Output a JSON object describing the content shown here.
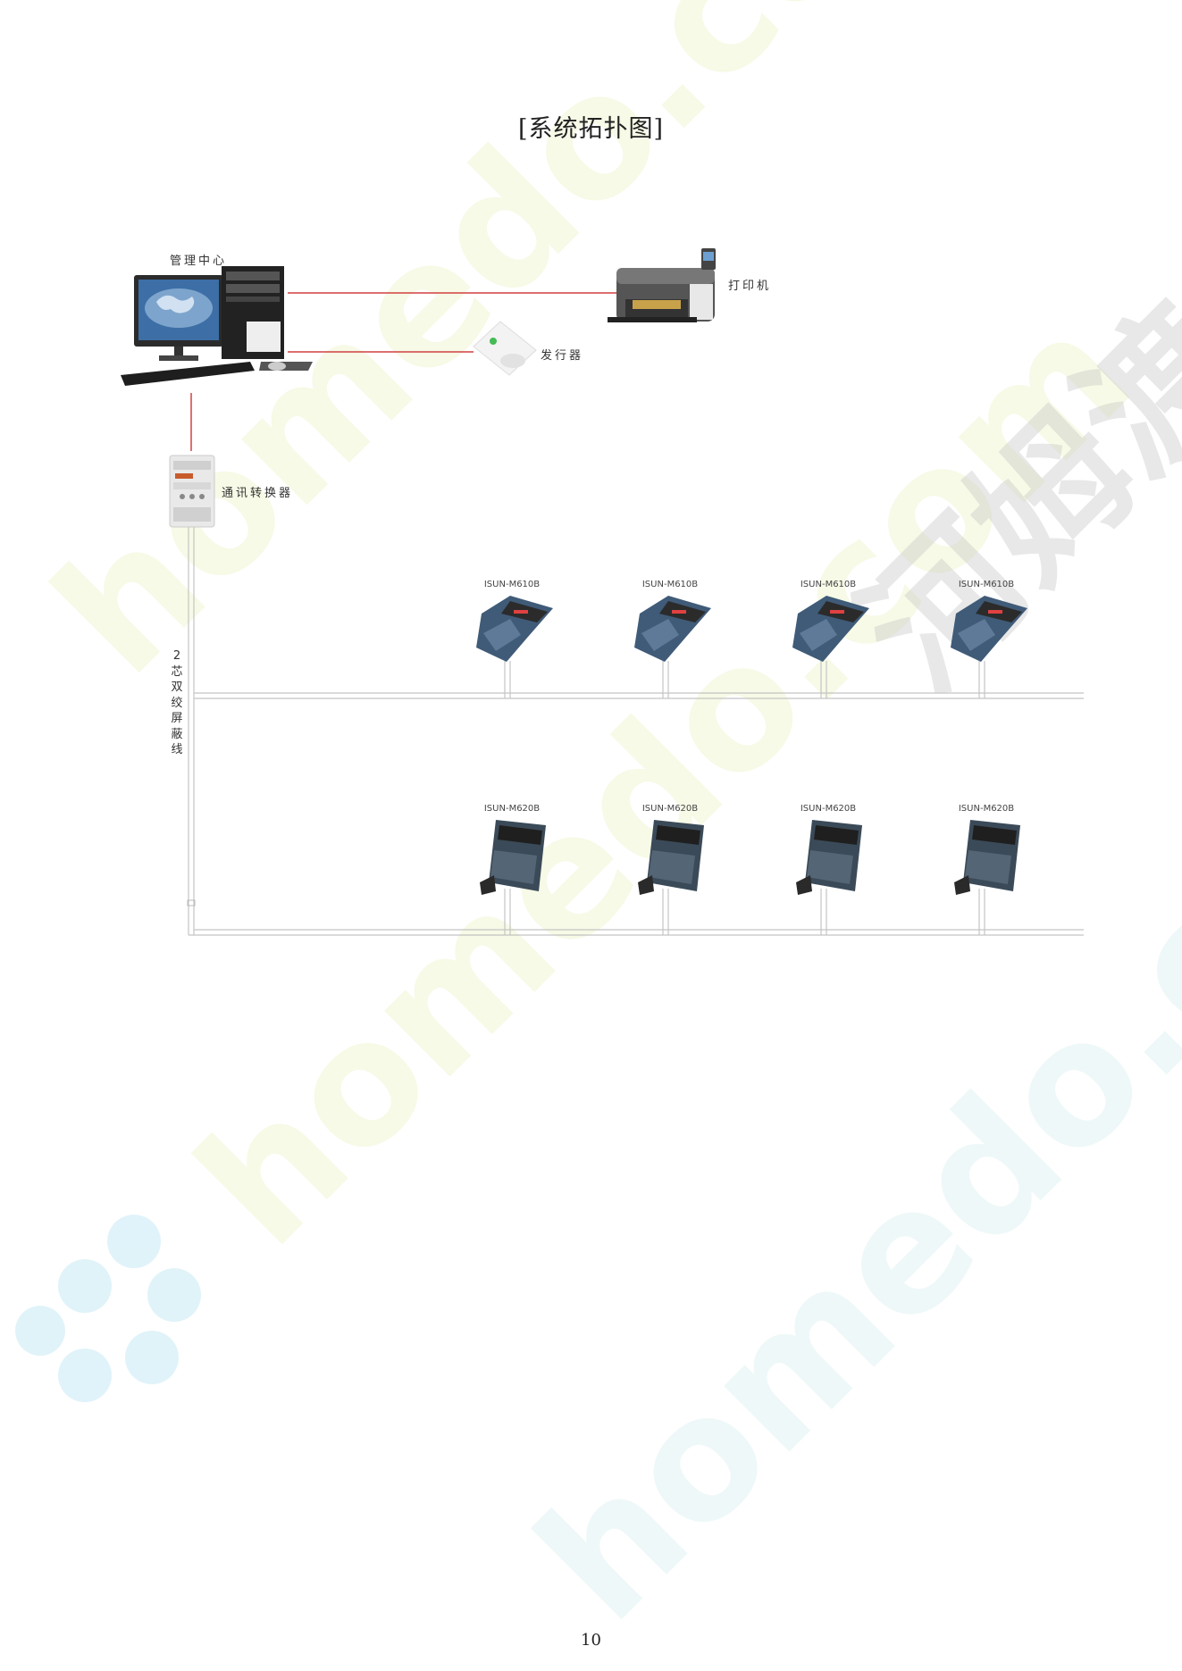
{
  "title": "[系统拓扑图]",
  "page_number": "10",
  "labels": {
    "management_center": "管理中心",
    "printer": "打印机",
    "issuer": "发行器",
    "converter": "通讯转换器",
    "cable": "2芯双绞屏蔽线"
  },
  "row1_models": [
    "ISUN-M610B",
    "ISUN-M610B",
    "ISUN-M610B",
    "ISUN-M610B"
  ],
  "row2_models": [
    "ISUN-M620B",
    "ISUN-M620B",
    "ISUN-M620B",
    "ISUN-M620B"
  ],
  "watermark": {
    "brand_cn": "河姆渡",
    "brand_en": "homedo.com"
  },
  "colors": {
    "red_link": "#d04040",
    "bus_line": "#bdbdbd",
    "terminal_body": "#3f5b78"
  }
}
